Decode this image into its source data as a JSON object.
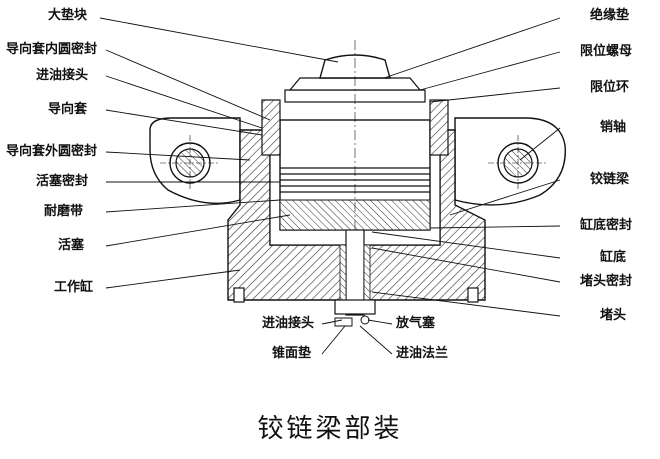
{
  "caption": "铰链梁部装",
  "labels_left": {
    "big_pad": "大垫块",
    "guide_sleeve_inner_seal": "导向套内圆密封",
    "oil_inlet_joint_top": "进油接头",
    "guide_sleeve": "导向套",
    "guide_sleeve_outer_seal": "导向套外圆密封",
    "piston_seal": "活塞密封",
    "wear_band": "耐磨带",
    "piston": "活塞",
    "working_cylinder": "工作缸"
  },
  "labels_right": {
    "insulating_pad": "绝缘垫",
    "limit_nut": "限位螺母",
    "limit_ring": "限位环",
    "pin_shaft": "销轴",
    "hinge_beam": "铰链梁",
    "cylinder_bottom_seal": "缸底密封",
    "cylinder_bottom": "缸底",
    "plug_seal": "堵头密封",
    "plug": "堵头"
  },
  "labels_bottom": {
    "oil_inlet_joint_bottom": "进油接头",
    "cone_washer": "锥面垫",
    "vent_plug": "放气塞",
    "oil_inlet_flange": "进油法兰"
  }
}
